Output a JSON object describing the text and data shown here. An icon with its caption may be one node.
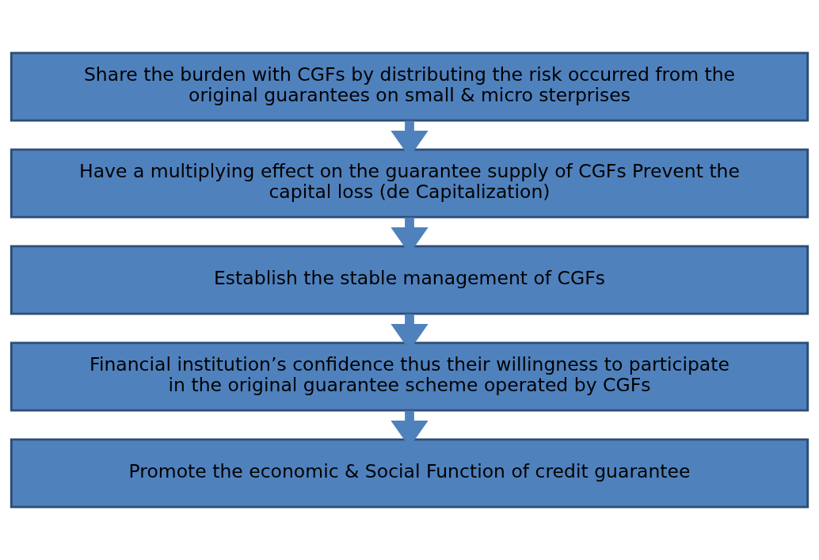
{
  "diagram": {
    "nodes": [
      {
        "text": [
          "Share the burden with CGFs by distributing the risk occurred from the original guarantees on small & micro sterprises"
        ]
      },
      {
        "text": [
          "Have a multiplying effect on the guarantee supply of CGFs Prevent the capital loss (de Capitalization)"
        ]
      },
      {
        "text": [
          "Establish the stable management of CGFs"
        ]
      },
      {
        "text": [
          "Financial institution’s confidence thus their willingness to participate in the original guarantee scheme operated by CGFs"
        ]
      },
      {
        "text": [
          "Promote the economic & Social Function of credit guarantee"
        ]
      }
    ],
    "edges": [
      {
        "from": 0,
        "to": 1,
        "arrow": "to"
      },
      {
        "from": 1,
        "to": 2,
        "arrow": "to"
      },
      {
        "from": 2,
        "to": 3,
        "arrow": "to"
      },
      {
        "from": 3,
        "to": 4,
        "arrow": "to"
      }
    ]
  }
}
